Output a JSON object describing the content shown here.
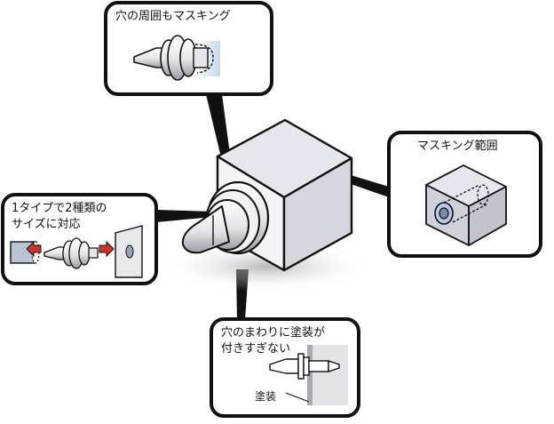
{
  "callouts": {
    "top": {
      "title": "穴の周囲もマスキング"
    },
    "right": {
      "title": "マスキング範囲"
    },
    "left": {
      "line1": "1タイプで2種類の",
      "line2": "サイズに対応"
    },
    "bottom": {
      "line1": "穴のまわりに塗装が",
      "line2": "付きすぎない",
      "coating_label": "塗装"
    }
  },
  "colors": {
    "outline": "#111111",
    "cube_front": "#f2f2f4",
    "cube_side": "#d9dae0",
    "cube_top": "#e6e7ec",
    "mask_blue": "#dde6f4",
    "arrow_red": "#c8362d",
    "shadow": "#c4c4c8"
  }
}
